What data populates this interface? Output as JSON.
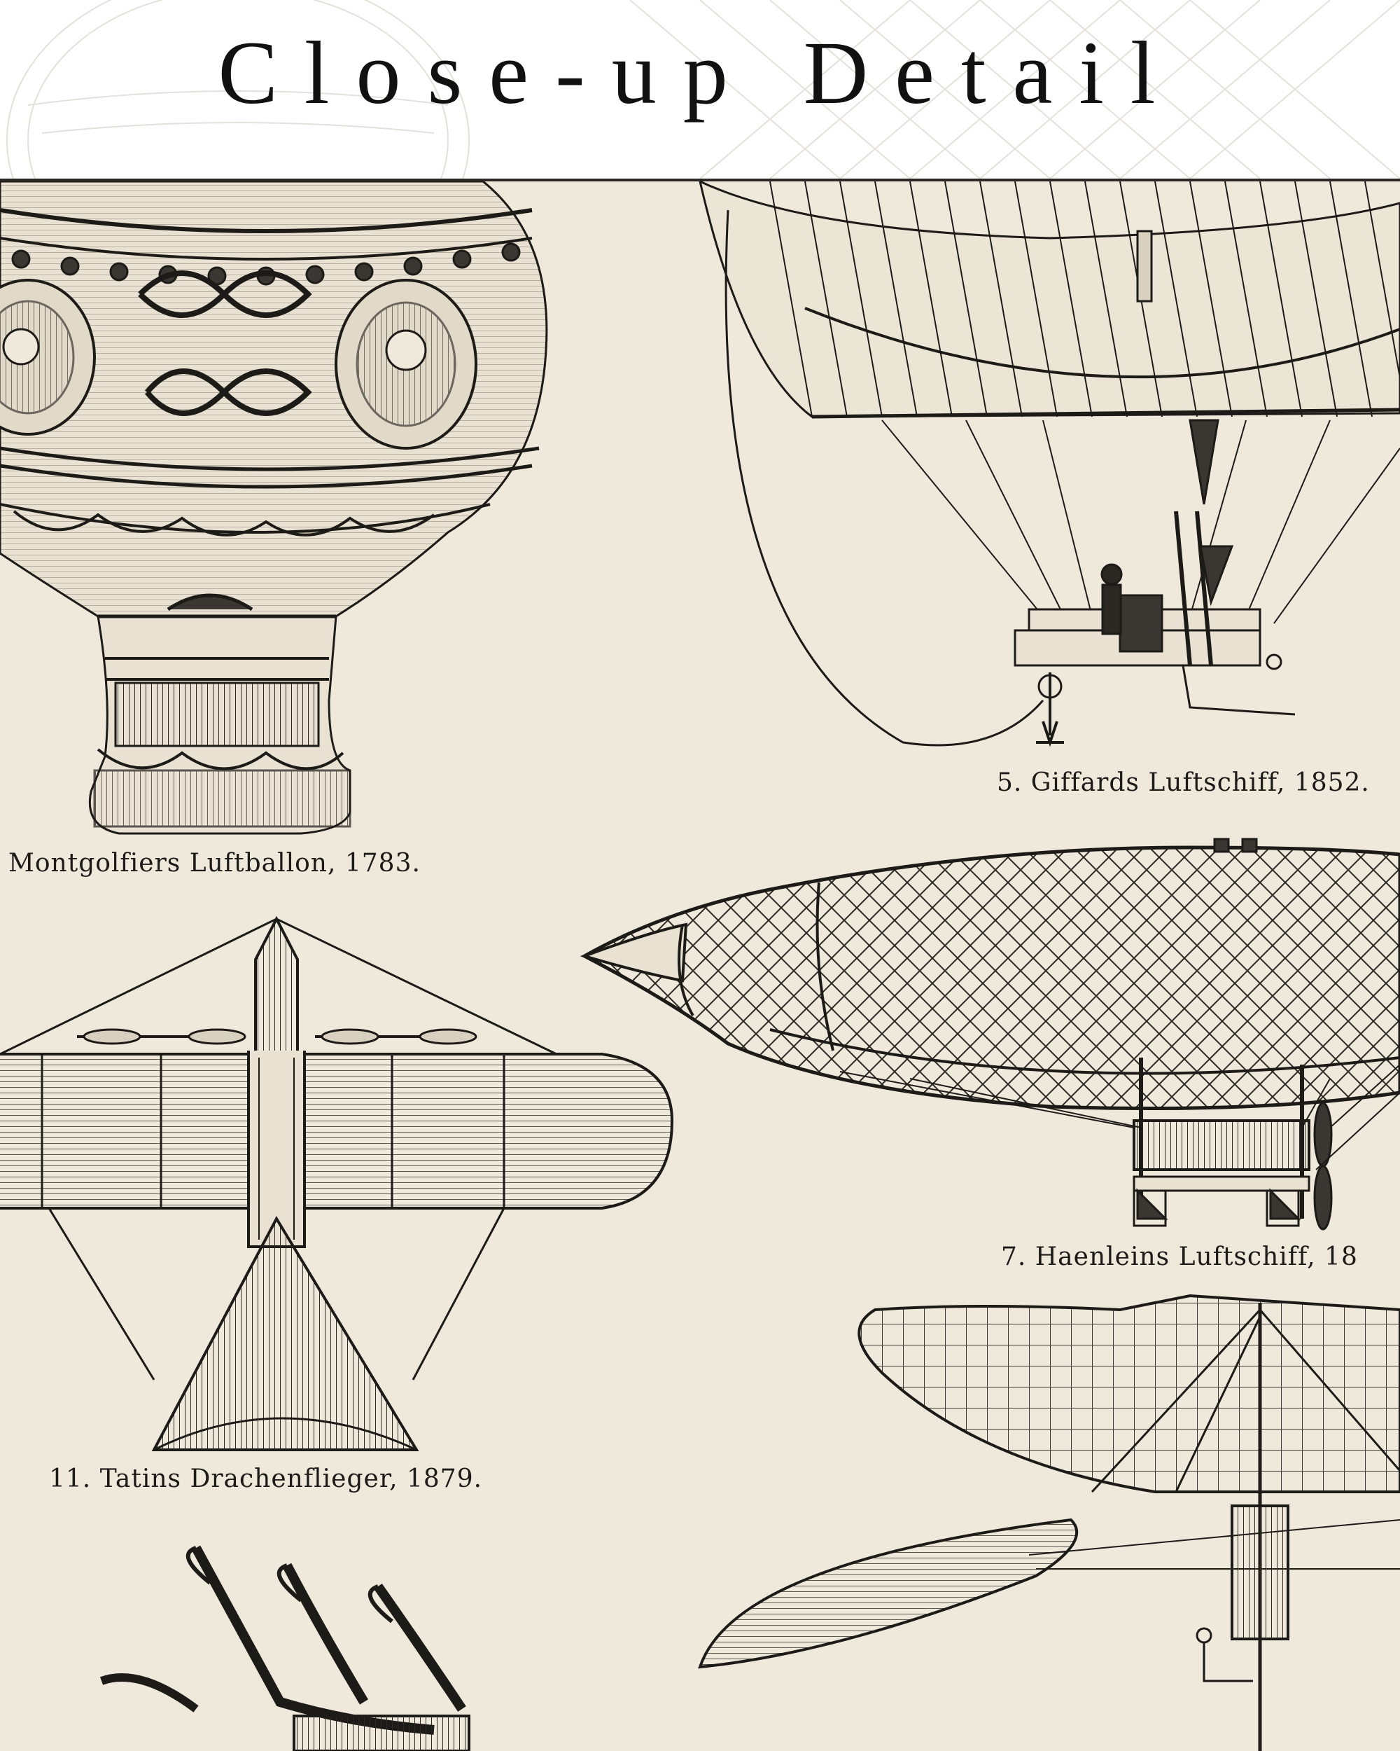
{
  "header": {
    "title": "Close-up Detail"
  },
  "captions": {
    "montgolfier": "Montgolfiers Luftballon, 1783.",
    "giffard": "5. Giffards Luftschiff, 1852.",
    "haenlein": "7. Haenleins Luftschiff, 18",
    "tatin": "11. Tatins Drachenflieger, 1879."
  },
  "colors": {
    "paper": "#efe9dc",
    "ink": "#1d1b18",
    "header_bg": "#ffffff"
  }
}
